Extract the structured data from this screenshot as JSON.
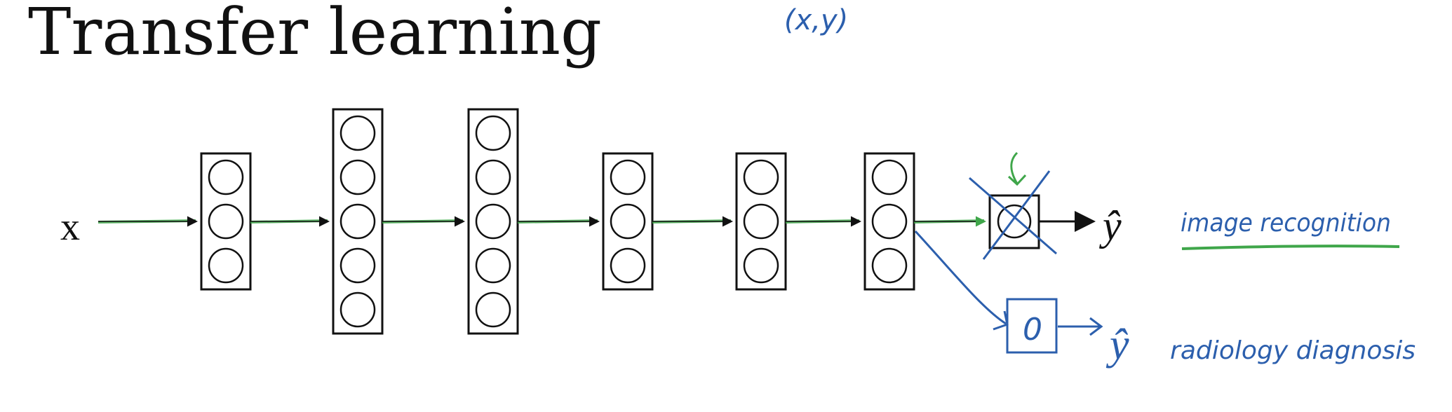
{
  "title": "Transfer learning",
  "annotation_xy": "(x,y)",
  "input_label": "x",
  "output_label": "ŷ",
  "new_output_label": "ŷ",
  "old_task_label": "image recognition",
  "new_task_label": "radiology diagnosis",
  "new_node_label": "0",
  "layers": [
    {
      "id": "hidden-1",
      "units": 3
    },
    {
      "id": "hidden-2",
      "units": 5
    },
    {
      "id": "hidden-3",
      "units": 5
    },
    {
      "id": "hidden-4",
      "units": 3
    },
    {
      "id": "hidden-5",
      "units": 3
    },
    {
      "id": "hidden-6",
      "units": 3
    }
  ],
  "colors": {
    "ink": "#111111",
    "green": "#3fa64a",
    "blue": "#2c5fad"
  }
}
